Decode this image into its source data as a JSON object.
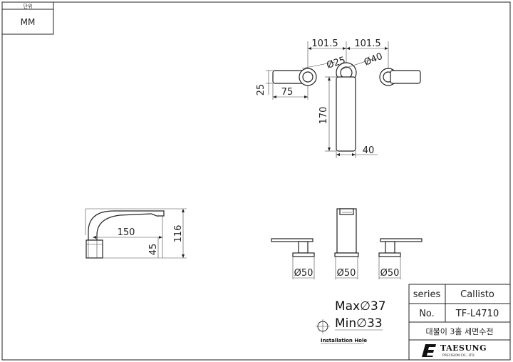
{
  "unit_box": {
    "header": "단위",
    "value": "MM"
  },
  "top_view": {
    "dims": {
      "spacing_left": "101.5",
      "spacing_right": "101.5",
      "handle_dia": "Ø25",
      "spout_dia": "Ø40",
      "handle_width": "25",
      "handle_length": "75",
      "spout_length": "170",
      "spout_width": "40"
    }
  },
  "side_view": {
    "dims": {
      "reach": "150",
      "height_total": "116",
      "height_base": "45"
    }
  },
  "front_view": {
    "dims": {
      "left_base": "Ø50",
      "center_base": "Ø50",
      "right_base": "Ø50"
    }
  },
  "installation": {
    "max": "Max∅37",
    "min": "Min∅33",
    "label": "Installation Hole"
  },
  "title_block": {
    "series_label": "series",
    "series_value": "Callisto",
    "no_label": "No.",
    "no_value": "TF-L4710",
    "description": "대불이 3홀 세면수전",
    "brand": "TAESUNG",
    "brand_sub": "PRECISION CO., LTD"
  }
}
